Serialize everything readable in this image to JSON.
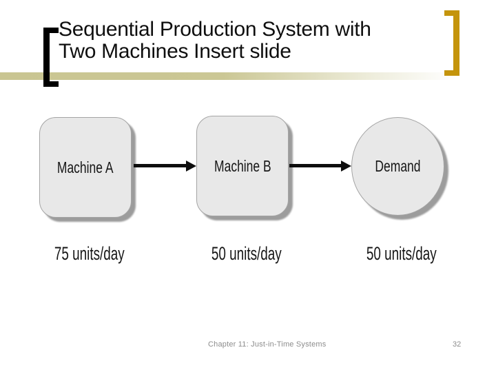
{
  "slide": {
    "title_line1": "Sequential Production System with",
    "title_line2": "Two Machines Insert slide",
    "footer": "Chapter 11: Just-in-Time Systems",
    "page_number": "32"
  },
  "diagram": {
    "nodes": [
      {
        "label": "Machine A",
        "shape": "rounded-rect",
        "capacity": "75 units/day"
      },
      {
        "label": "Machine B",
        "shape": "rounded-rect",
        "capacity": "50 units/day"
      },
      {
        "label": "Demand",
        "shape": "circle",
        "capacity": "50 units/day"
      }
    ],
    "flow": [
      "Machine A -> Machine B",
      "Machine B -> Demand"
    ]
  },
  "colors": {
    "accent_gold": "#c4940c",
    "rule_olive": "#c9c592",
    "node_fill": "#e8e8e8",
    "node_shadow": "#9c9c9c",
    "footer_gray": "#8c8c8c"
  }
}
